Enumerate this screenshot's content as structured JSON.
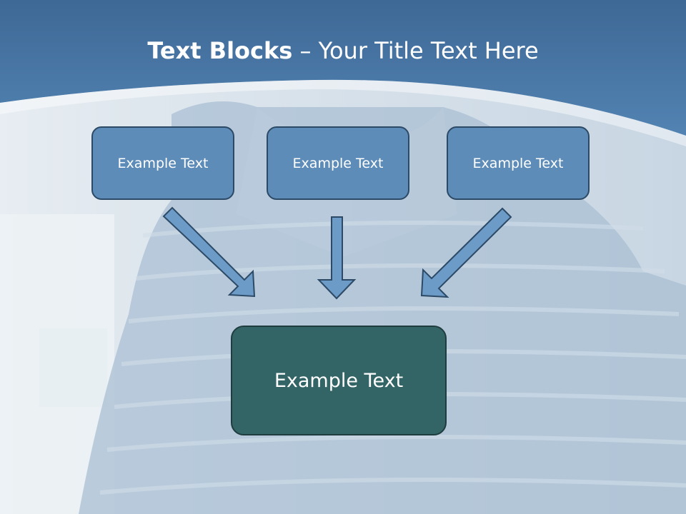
{
  "slide": {
    "title_bold": "Text Blocks",
    "title_rest": " – Your Title Text Here"
  },
  "boxes": [
    {
      "label": "Example Text"
    },
    {
      "label": "Example Text"
    },
    {
      "label": "Example Text"
    }
  ],
  "main_box": {
    "label": "Example Text"
  },
  "colors": {
    "header": "#4a78a6",
    "box_fill": "#5e8cb9",
    "main_box_fill": "#346566",
    "arrow_fill": "#6d9bc8"
  }
}
